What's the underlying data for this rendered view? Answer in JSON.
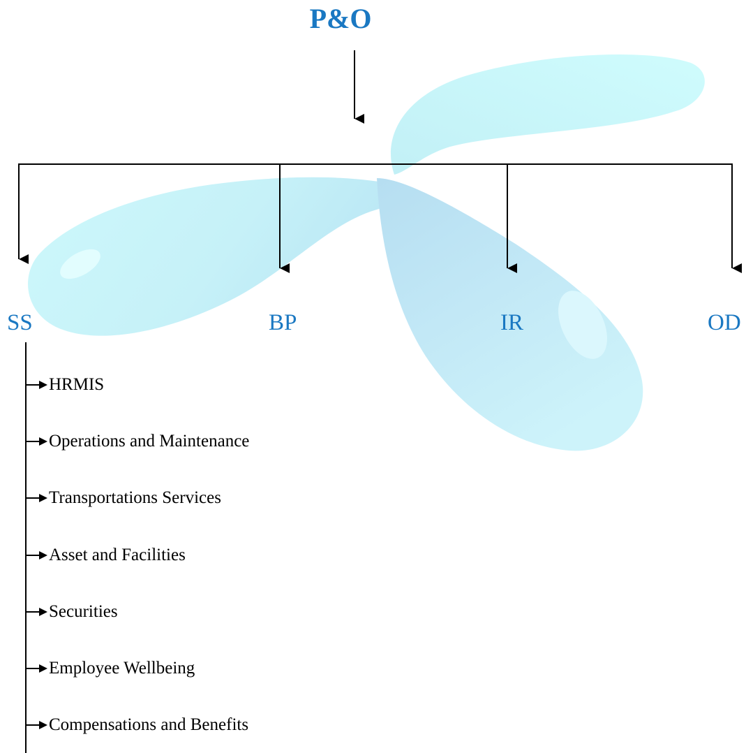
{
  "title": "P&O",
  "branches": [
    {
      "label": "SS"
    },
    {
      "label": "BP"
    },
    {
      "label": "IR"
    },
    {
      "label": "OD"
    }
  ],
  "ss_items": [
    "HRMIS",
    "Operations and Maintenance",
    "Transportations Services",
    "Asset and Facilities",
    "Securities",
    "Employee Wellbeing",
    "Compensations and Benefits"
  ],
  "colors": {
    "title": "#1a78c2",
    "branch": "#1a78c2",
    "line": "#000000",
    "logo_light": "#ccfafc",
    "logo_mid": "#bfeef7",
    "logo_dark": "#a9d8f0"
  },
  "watermark": {
    "icon": "propeller-logo-icon"
  }
}
